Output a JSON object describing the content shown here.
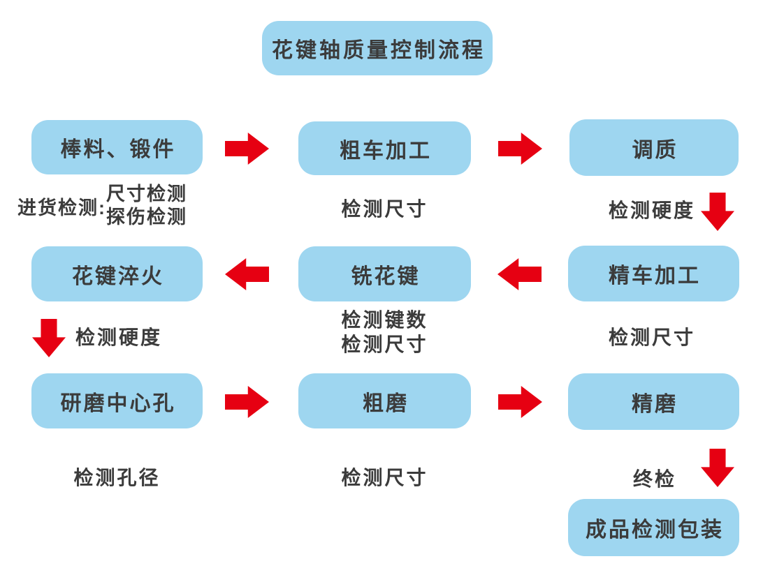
{
  "title": "花键轴质量控制流程",
  "colors": {
    "box_fill": "#9ed6f0",
    "arrow_red": "#e60012",
    "text": "#3b3b3b",
    "background": "#ffffff"
  },
  "nodes": {
    "raw_material": "棒料、锻件",
    "rough_turning": "粗车加工",
    "tempering": "调质",
    "spline_quenching": "花键淬火",
    "spline_milling": "铣花键",
    "finish_turning": "精车加工",
    "center_hole_grinding": "研磨中心孔",
    "rough_grinding": "粗磨",
    "finish_grinding": "精磨",
    "final_packaging": "成品检测包装"
  },
  "captions": {
    "incoming_label": "进货检测:",
    "incoming_line1": "尺寸检测",
    "incoming_line2": "探伤检测",
    "after_rough_turning": "检测尺寸",
    "after_tempering": "检测硬度",
    "after_spline_quenching": "检测硬度",
    "after_spline_milling_line1": "检测键数",
    "after_spline_milling_line2": "检测尺寸",
    "after_finish_turning": "检测尺寸",
    "after_center_hole_grinding": "检测孔径",
    "after_rough_grinding": "检测尺寸",
    "final_inspection": "终检"
  },
  "icons": {
    "arrow_right": "block-arrow-right",
    "arrow_left": "block-arrow-left",
    "arrow_down": "block-arrow-down"
  }
}
